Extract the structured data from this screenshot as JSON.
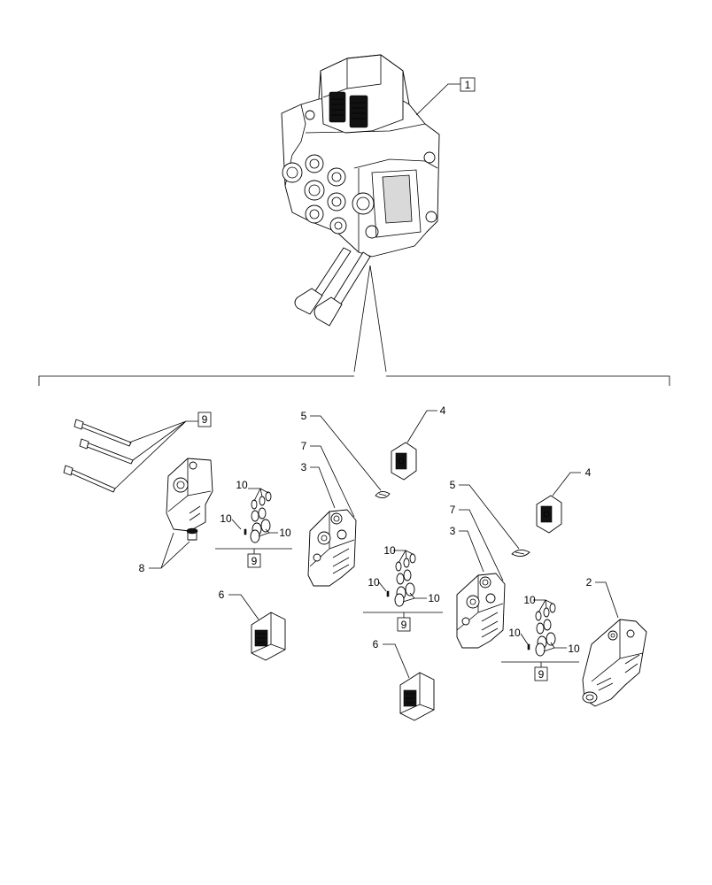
{
  "callouts": {
    "c1": "1",
    "c2": "2",
    "c3a": "3",
    "c3b": "3",
    "c4a": "4",
    "c4b": "4",
    "c5a": "5",
    "c5b": "5",
    "c6a": "6",
    "c6b": "6",
    "c7a": "7",
    "c7b": "7",
    "c8": "8",
    "c9top": "9",
    "c9a": "9",
    "c9b": "9",
    "c9c": "9",
    "c10": [
      "10",
      "10",
      "10",
      "10",
      "10",
      "10",
      "10",
      "10",
      "10"
    ]
  }
}
